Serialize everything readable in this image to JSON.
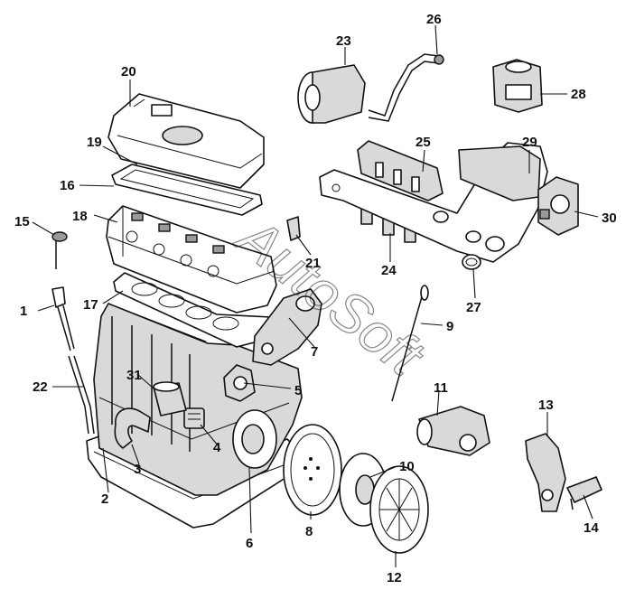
{
  "watermark": "AutoSoft",
  "labels": {
    "l1": "1",
    "l2": "2",
    "l3": "3",
    "l4": "4",
    "l5": "5",
    "l6": "6",
    "l7": "7",
    "l8": "8",
    "l9": "9",
    "l10": "10",
    "l11": "11",
    "l12": "12",
    "l13": "13",
    "l14": "14",
    "l15": "15",
    "l16": "16",
    "l17": "17",
    "l18": "18",
    "l19": "19",
    "l20": "20",
    "l21": "21",
    "l22": "22",
    "l23": "23",
    "l24": "24",
    "l25": "25",
    "l26": "26",
    "l27": "27",
    "l28": "28",
    "l29": "29",
    "l30": "30",
    "l31": "31"
  }
}
